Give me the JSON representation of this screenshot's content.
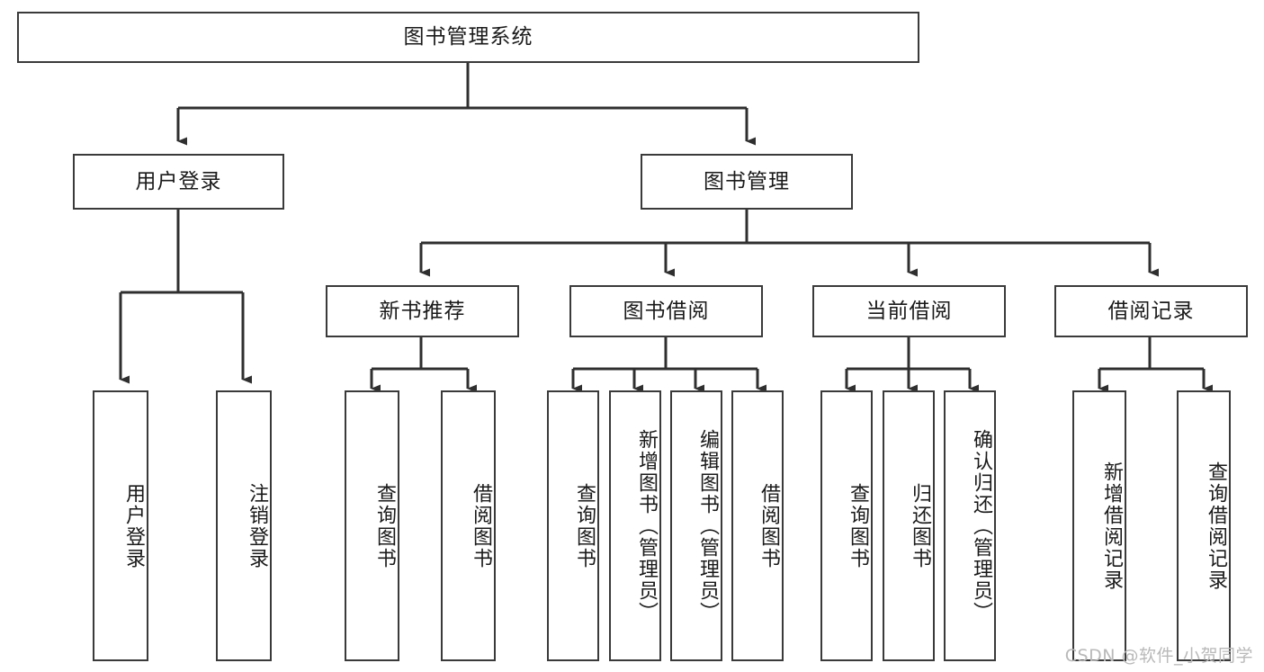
{
  "diagram": {
    "type": "tree",
    "title": "图书管理系统",
    "orientation": "top-down",
    "colors": {
      "box_border": "#3a3a3a",
      "box_fill": "#ffffff",
      "edge": "#2f2f2f",
      "text": "#1a1a1a",
      "watermark": "#b9b9b9"
    },
    "root": {
      "id": "root",
      "label": "图书管理系统"
    },
    "level2": [
      {
        "id": "user-login",
        "label": "用户登录"
      },
      {
        "id": "book-manage",
        "label": "图书管理"
      }
    ],
    "level3": [
      {
        "id": "new-book-recommend",
        "label": "新书推荐",
        "parent": "book-manage"
      },
      {
        "id": "book-borrow",
        "label": "图书借阅",
        "parent": "book-manage"
      },
      {
        "id": "current-borrow",
        "label": "当前借阅",
        "parent": "book-manage"
      },
      {
        "id": "borrow-record",
        "label": "借阅记录",
        "parent": "book-manage"
      }
    ],
    "leaves": {
      "user-login": [
        {
          "id": "leaf-user-login",
          "label": "用户登录"
        },
        {
          "id": "leaf-user-logout",
          "label": "注销登录"
        }
      ],
      "new-book-recommend": [
        {
          "id": "leaf-query-book-1",
          "label": "查询图书"
        },
        {
          "id": "leaf-borrow-book-1",
          "label": "借阅图书"
        }
      ],
      "book-borrow": [
        {
          "id": "leaf-query-book-2",
          "label": "查询图书"
        },
        {
          "id": "leaf-add-book",
          "label": "新增图书（管理员）"
        },
        {
          "id": "leaf-edit-book",
          "label": "编辑图书（管理员）"
        },
        {
          "id": "leaf-borrow-book-2",
          "label": "借阅图书"
        }
      ],
      "current-borrow": [
        {
          "id": "leaf-query-book-3",
          "label": "查询图书"
        },
        {
          "id": "leaf-return-book",
          "label": "归还图书"
        },
        {
          "id": "leaf-confirm-return",
          "label": "确认归还（管理员）"
        }
      ],
      "borrow-record": [
        {
          "id": "leaf-add-record",
          "label": "新增借阅记录"
        },
        {
          "id": "leaf-query-record",
          "label": "查询借阅记录"
        }
      ]
    }
  },
  "watermark": {
    "text": "CSDN @软件_小贺同学"
  }
}
